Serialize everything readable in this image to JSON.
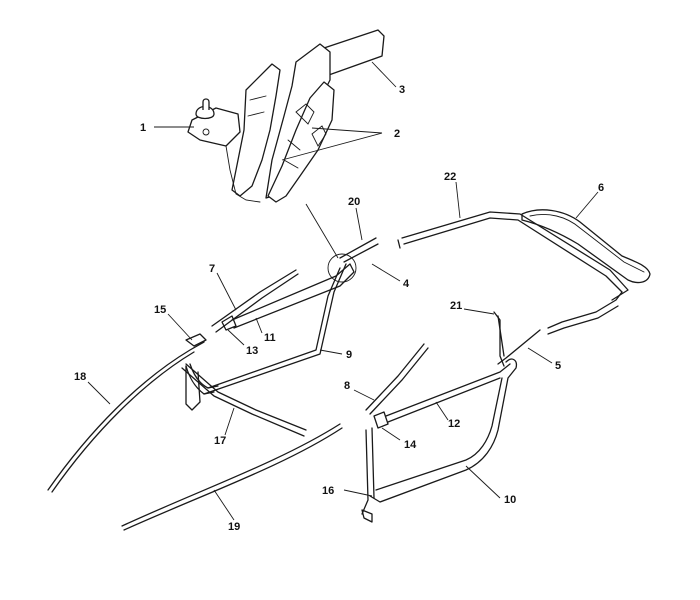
{
  "callouts": {
    "c1": "1",
    "c2": "2",
    "c3": "3",
    "c4": "4",
    "c5": "5",
    "c6": "6",
    "c7": "7",
    "c8": "8",
    "c9": "9",
    "c10": "10",
    "c11": "11",
    "c12": "12",
    "c13": "13",
    "c14": "14",
    "c15": "15",
    "c16": "16",
    "c17": "17",
    "c18": "18",
    "c19": "19",
    "c20": "20",
    "c21": "21",
    "c22": "22"
  },
  "colors": {
    "line": "#1a1a1a",
    "background": "#ffffff"
  }
}
